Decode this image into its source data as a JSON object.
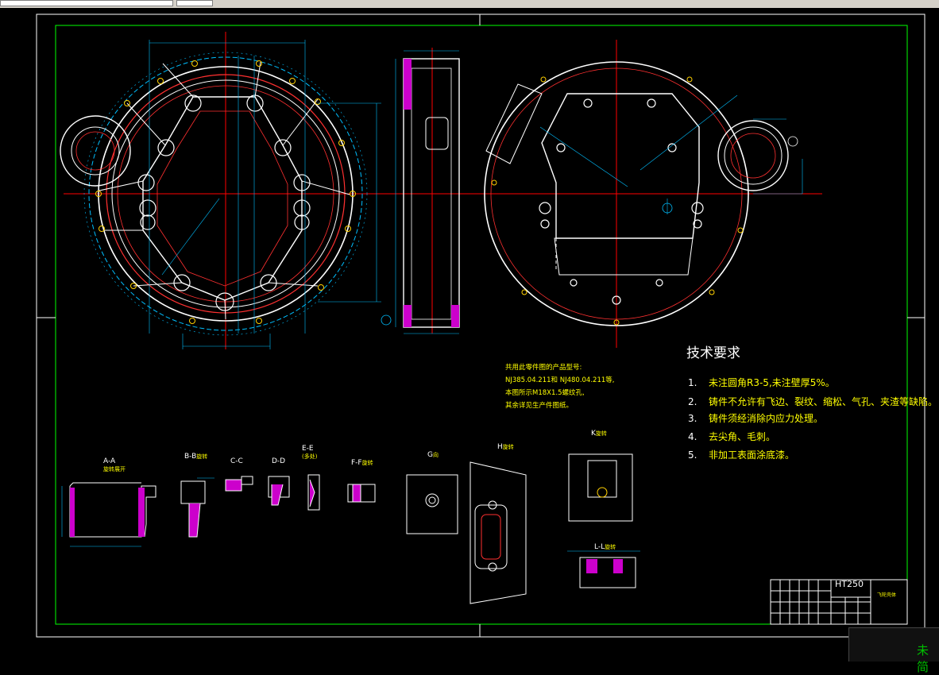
{
  "requirements": {
    "title": "技术要求",
    "items": [
      {
        "num": "1.",
        "text": "未注圆角R3-5,未注壁厚5%。"
      },
      {
        "num": "2.",
        "text": "铸件不允许有飞边、裂纹、缩松、气孔、夹渣等缺陷。"
      },
      {
        "num": "3.",
        "text": "铸件须经消除内应力处理。"
      },
      {
        "num": "4.",
        "text": "去尖角、毛刺。"
      },
      {
        "num": "5.",
        "text": "非加工表面涂底漆。"
      }
    ]
  },
  "notes": [
    "共用此零件图的产品型号:",
    "NJ385.04.211和  NJ480.04.211等,",
    "本图所示M18X1.5螺纹孔,",
    "其余详见生产件图纸。"
  ],
  "sections": [
    {
      "label": "A-A",
      "sub": "旋转展开"
    },
    {
      "label": "B-B",
      "sub": "旋转"
    },
    {
      "label": "C-C",
      "sub": ""
    },
    {
      "label": "D-D",
      "sub": ""
    },
    {
      "label": "E-E",
      "sub": "(多处)"
    },
    {
      "label": "F-F",
      "sub": "旋转"
    },
    {
      "label": "G",
      "sub": "向"
    },
    {
      "label": "H",
      "sub": "旋转"
    },
    {
      "label": "K",
      "sub": "旋转"
    },
    {
      "label": "L-L",
      "sub": "旋转"
    }
  ],
  "title_block": {
    "material": "HT250",
    "part_name": "飞轮壳体"
  },
  "corner_text": "未简",
  "colors": {
    "frame": "#ffffff",
    "border": "#00ff00",
    "centerline": "#ff0000",
    "dimension": "#00bfff",
    "outline": "#ffffff",
    "hatch": "#ff00ff",
    "note": "#ffff00"
  }
}
